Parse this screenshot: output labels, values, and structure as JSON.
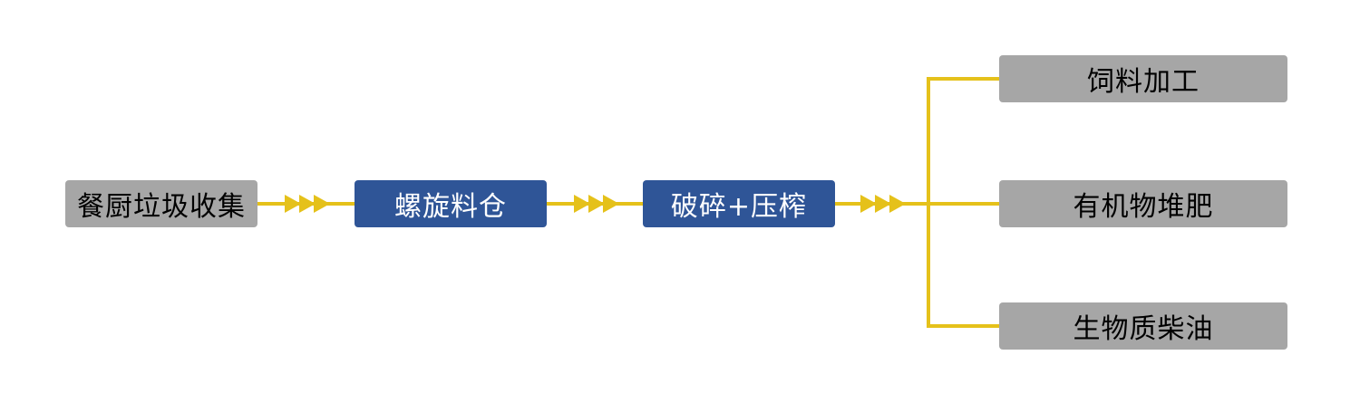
{
  "diagram": {
    "nodes": {
      "collect": "餐厨垃圾收集",
      "silo": "螺旋料仓",
      "crush": "破碎+压榨",
      "feed": "饲料加工",
      "compost": "有机物堆肥",
      "diesel": "生物质柴油"
    },
    "colors": {
      "connector": "#e5c11a",
      "gray_box": "#a6a6a6",
      "blue_box": "#2f5597"
    }
  }
}
